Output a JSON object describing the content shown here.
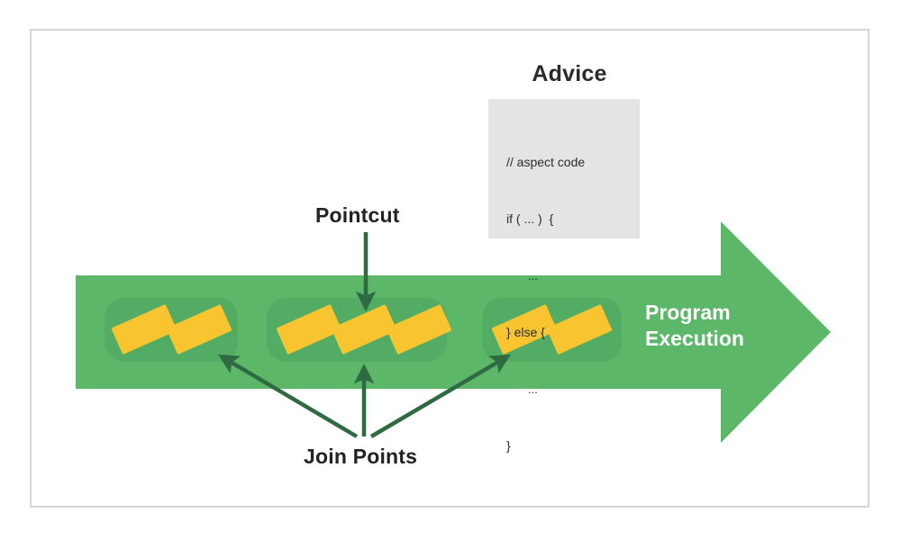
{
  "diagram": {
    "title_area": {
      "advice_title": "Advice"
    },
    "code_block": {
      "lines": [
        "// aspect code",
        "if ( ... )  {",
        "...",
        "} else {",
        "...",
        "}"
      ]
    },
    "execution_arrow": {
      "label_line1": "Program",
      "label_line2": "Execution"
    },
    "annotations": {
      "pointcut": "Pointcut",
      "join_points": "Join Points"
    },
    "join_point_groups": [
      {
        "name": "group-1",
        "count": 2
      },
      {
        "name": "group-2",
        "count": 3
      },
      {
        "name": "group-3",
        "count": 2
      }
    ],
    "colors": {
      "arrow_green": "#5cb868",
      "group_green": "#53ac63",
      "join_point_yellow": "#f8c430",
      "annotation_green": "#2f6b42",
      "code_box_gray": "#e4e4e4",
      "frame_gray": "#d6d6d6",
      "text_dark": "#222222",
      "label_white": "#ffffff"
    }
  }
}
